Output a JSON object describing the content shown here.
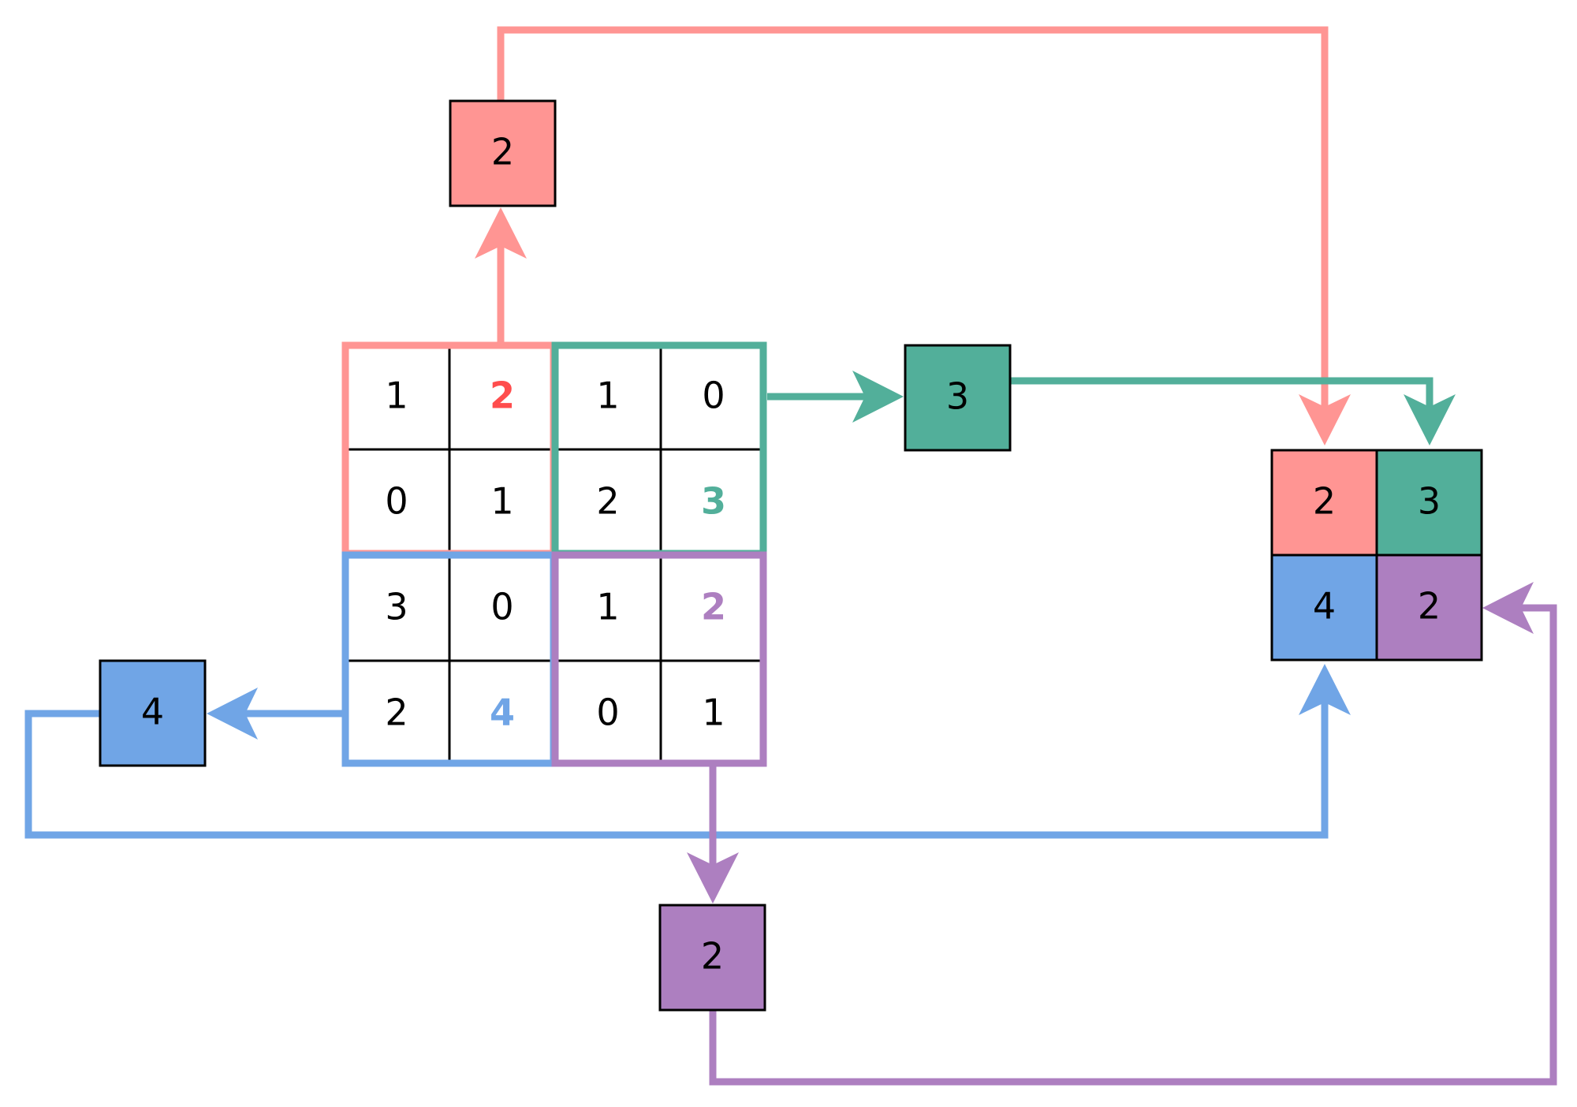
{
  "colors": {
    "red": "#FF9593",
    "red_text": "#FF4D4D",
    "green": "#52AF9A",
    "blue": "#70A5E6",
    "purple": "#AD7FC0"
  },
  "input_matrix": {
    "rows": [
      [
        "1",
        "2",
        "1",
        "0"
      ],
      [
        "0",
        "1",
        "2",
        "3"
      ],
      [
        "3",
        "0",
        "1",
        "2"
      ],
      [
        "2",
        "4",
        "0",
        "1"
      ]
    ]
  },
  "pools": {
    "top_left": {
      "value": "2",
      "color": "red"
    },
    "top_right": {
      "value": "3",
      "color": "green"
    },
    "bottom_left": {
      "value": "4",
      "color": "blue"
    },
    "bottom_right": {
      "value": "2",
      "color": "purple"
    }
  },
  "output_matrix": {
    "rows": [
      [
        "2",
        "3"
      ],
      [
        "4",
        "2"
      ]
    ]
  }
}
